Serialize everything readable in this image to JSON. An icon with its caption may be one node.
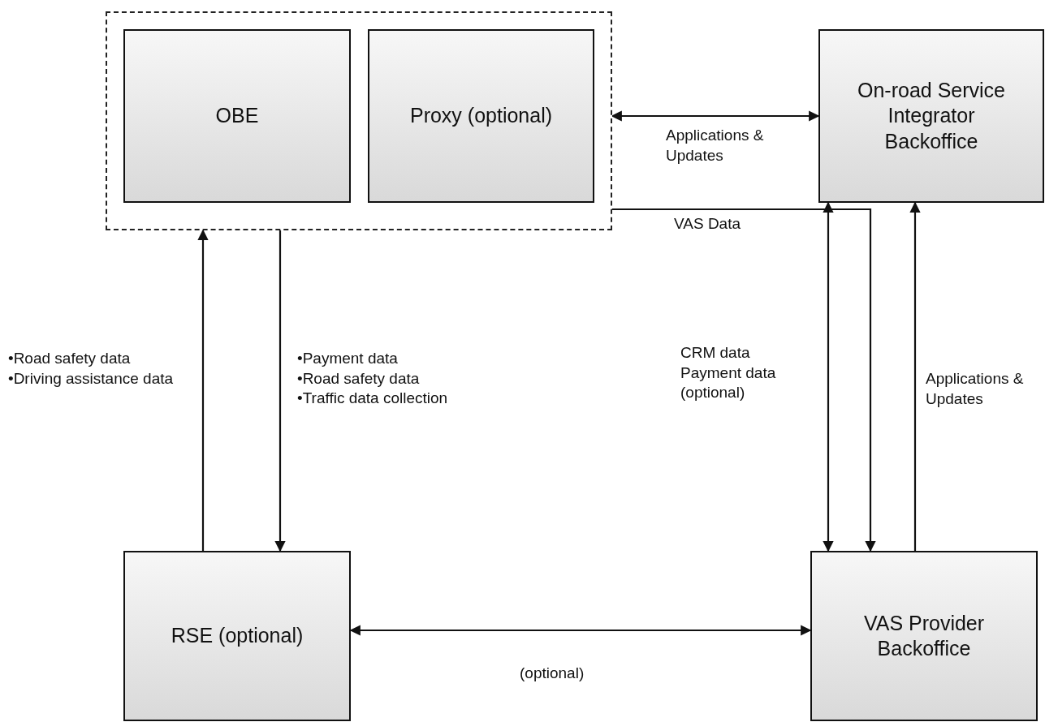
{
  "diagram": {
    "nodes": [
      {
        "text": [],
        "shape": "box"
      },
      {
        "text": [
          "OBE"
        ],
        "in": 0
      },
      {
        "text": [
          "Proxy (optional)"
        ],
        "in": 0
      },
      {
        "text": [
          "On-road Service Integrator Backoffice"
        ]
      },
      {
        "text": [
          "RSE (optional)"
        ]
      },
      {
        "text": [
          "VAS Provider Backoffice"
        ]
      }
    ],
    "edges": [
      {
        "from": 0,
        "to": 3,
        "arrow": "both",
        "label": "Applications & Updates"
      },
      {
        "from": 0,
        "to": 5,
        "arrow": "to",
        "label": "VAS Data"
      },
      {
        "from": 4,
        "to": 0,
        "arrow": "to",
        "label": "•Road safety data •Driving assistance data"
      },
      {
        "from": 0,
        "to": 4,
        "arrow": "to",
        "label": "•Payment data •Road safety data •Traffic data collection"
      },
      {
        "from": 3,
        "to": 5,
        "arrow": "both",
        "label": "CRM data Payment data (optional)"
      },
      {
        "from": 5,
        "to": 3,
        "arrow": "to",
        "label": "Applications & Updates"
      },
      {
        "from": 4,
        "to": 5,
        "arrow": "both",
        "label": "(optional)"
      }
    ]
  }
}
